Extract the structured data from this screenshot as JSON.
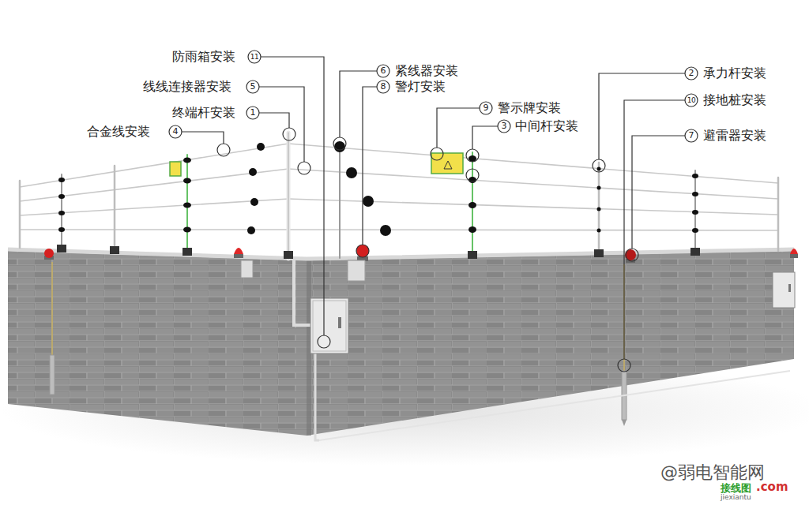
{
  "diagram": {
    "labels": [
      "防雨箱安装",
      "11",
      "线线连接器安装",
      "5",
      "终端杆安装",
      "1",
      "合金线安装",
      "4",
      "紧线器安装",
      "6",
      "警灯安装",
      "8",
      "警示牌安装",
      "9",
      "中间杆安装",
      "3",
      "承力杆安装",
      "2",
      "接地桩安装",
      "10",
      "避雷器安装",
      "7",
      "@弱电智能网",
      "接线图",
      "jiexiantu",
      ".com"
    ]
  }
}
